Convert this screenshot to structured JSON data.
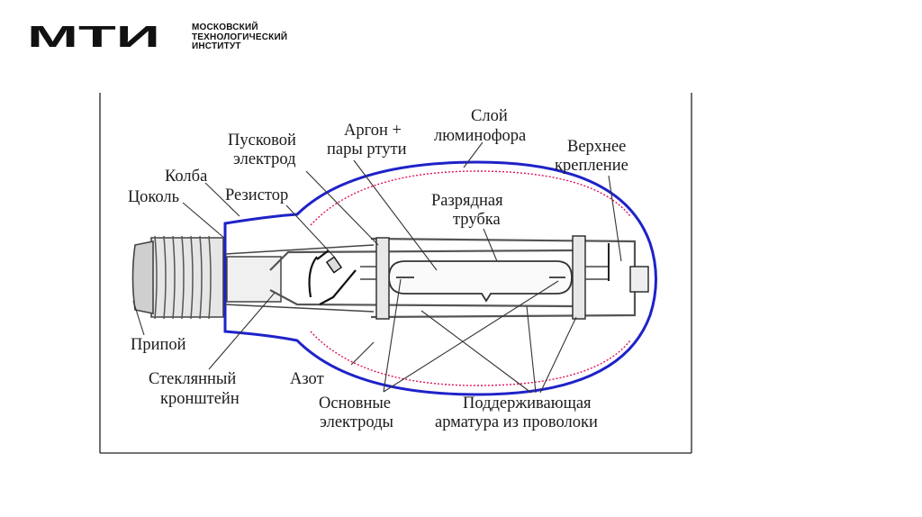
{
  "logo": {
    "mark": "МТИ",
    "lines": [
      "МОСКОВСКИЙ",
      "ТЕХНОЛОГИЧЕСКИЙ",
      "ИНСТИТУТ"
    ]
  },
  "labels": {
    "cokol": "Цоколь",
    "kolba": "Колба",
    "puskovoy_1": "Пусковой",
    "puskovoy_2": "электрод",
    "rezistor": "Резистор",
    "argon_1": "Аргон +",
    "argon_2": "пары ртути",
    "sloy_1": "Слой",
    "sloy_2": "люминофора",
    "verhnee_1": "Верхнее",
    "verhnee_2": "крепление",
    "razryad_1": "Разрядная",
    "razryad_2": "трубка",
    "pripoy": "Припой",
    "steklo_1": "Стеклянный",
    "steklo_2": "кронштейн",
    "azot": "Азот",
    "osnov_1": "Основные",
    "osnov_2": "электроды",
    "podderzh_1": "Поддерживающая",
    "podderzh_2": "арматура из проволоки"
  },
  "colors": {
    "bulb": "#1e22c8",
    "phosphor": "#e0115f",
    "lines": "#333333"
  }
}
